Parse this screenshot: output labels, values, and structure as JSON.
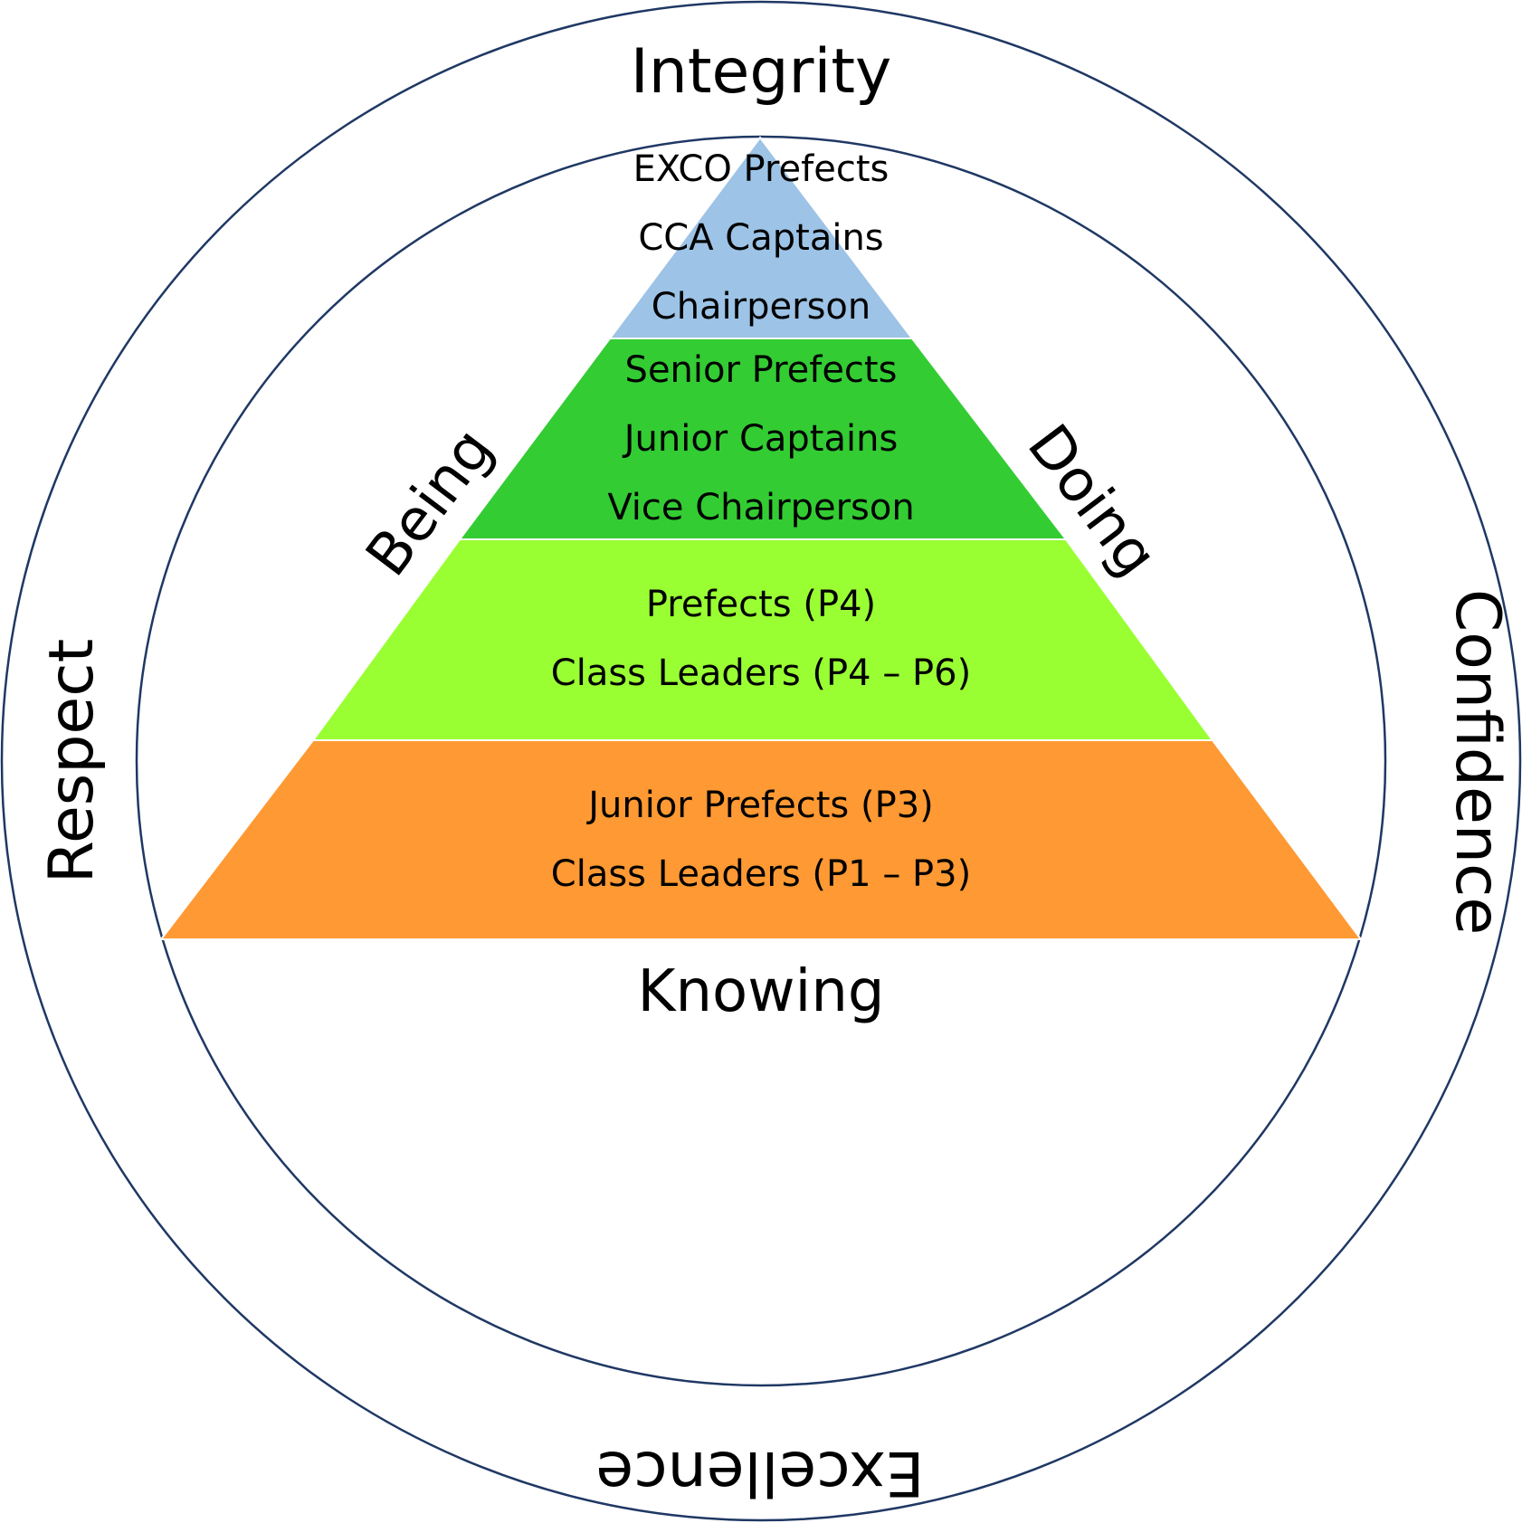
{
  "colors": {
    "ring_stroke": "#1f3864",
    "tier_top": "#9dc3e6",
    "tier_second": "#33cc33",
    "tier_third": "#99ff33",
    "tier_base": "#ff9933"
  },
  "outer_values": {
    "top": "Integrity",
    "right": "Confidence",
    "bottom": "Excellence",
    "left": "Respect"
  },
  "levels": {
    "left_side": "Being",
    "right_side": "Doing",
    "base": "Knowing"
  },
  "tiers": [
    {
      "id": "top",
      "roles": [
        "EXCO Prefects",
        "CCA Captains",
        "Chairperson"
      ]
    },
    {
      "id": "second",
      "roles": [
        "Senior Prefects",
        "Junior Captains",
        "Vice Chairperson"
      ]
    },
    {
      "id": "third",
      "roles": [
        "Prefects (P4)",
        "Class Leaders (P4 – P6)"
      ]
    },
    {
      "id": "base",
      "roles": [
        "Junior Prefects (P3)",
        "Class Leaders (P1 – P3)"
      ]
    }
  ]
}
